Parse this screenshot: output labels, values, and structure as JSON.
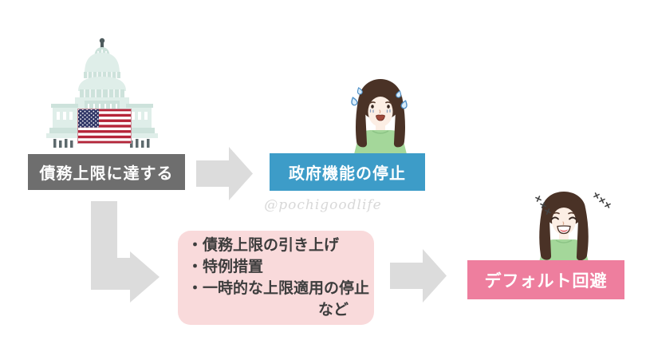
{
  "watermark": "@pochigoodlife",
  "flow": {
    "start": {
      "label": "債務上限に達する",
      "bg": "#6e6e6e"
    },
    "shutdown": {
      "label": "政府機能の停止",
      "bg": "#3d9cc8"
    },
    "measures": {
      "items": [
        "・債務上限の引き上げ",
        "・特例措置",
        "・一時的な上限適用の停止"
      ],
      "footer": "など",
      "bg": "#f9dadb",
      "text_color": "#3d3d3d"
    },
    "avoid": {
      "label": "デフォルト回避",
      "bg": "#ee7e9e"
    }
  },
  "colors": {
    "arrow": "#dcdcdc",
    "text_on_boxes": "#ffffff",
    "watermark": "#d8d8d8",
    "background": "#ffffff"
  },
  "icons": {
    "capitol": "us-capitol-icon",
    "flag": "us-flag-icon",
    "worried_woman": "worried-woman-icon",
    "relieved_woman": "relieved-woman-icon",
    "arrow_right_top": "arrow-right-icon",
    "arrow_down_right": "arrow-down-right-icon",
    "arrow_right_bottom": "arrow-right-icon"
  }
}
